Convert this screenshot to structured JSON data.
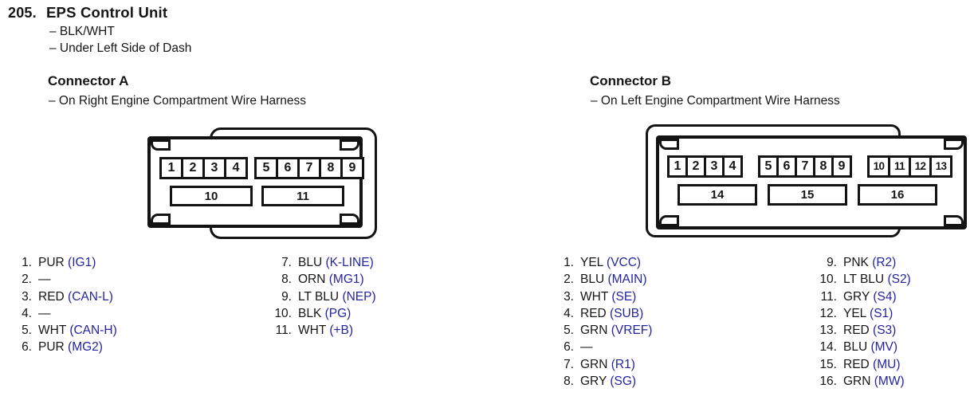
{
  "page": {
    "number": "205.",
    "title": "EPS Control Unit",
    "notes": [
      "– BLK/WHT",
      "– Under Left Side of Dash"
    ]
  },
  "colors": {
    "signal_blue": "#2424a0",
    "ink": "#161616",
    "background": "#ffffff"
  },
  "connectors": [
    {
      "id": "A",
      "heading": "Connector A",
      "note": "– On Right Engine Compartment Wire Harness",
      "top_groups": [
        [
          "1",
          "2",
          "3",
          "4"
        ],
        [
          "5",
          "6",
          "7",
          "8",
          "9"
        ]
      ],
      "bottom_row": [
        "10",
        "11"
      ],
      "list_columns": [
        [
          {
            "num": "1.",
            "wire": "PUR",
            "signal": "(IG1)"
          },
          {
            "num": "2.",
            "wire": "—",
            "signal": ""
          },
          {
            "num": "3.",
            "wire": "RED",
            "signal": "(CAN-L)"
          },
          {
            "num": "4.",
            "wire": "—",
            "signal": ""
          },
          {
            "num": "5.",
            "wire": "WHT",
            "signal": "(CAN-H)"
          },
          {
            "num": "6.",
            "wire": "PUR",
            "signal": "(MG2)"
          }
        ],
        [
          {
            "num": "7.",
            "wire": "BLU",
            "signal": "(K-LINE)"
          },
          {
            "num": "8.",
            "wire": "ORN",
            "signal": "(MG1)"
          },
          {
            "num": "9.",
            "wire": "LT BLU",
            "signal": "(NEP)"
          },
          {
            "num": "10.",
            "wire": "BLK",
            "signal": "(PG)"
          },
          {
            "num": "11.",
            "wire": "WHT",
            "signal": "(+B)"
          }
        ]
      ]
    },
    {
      "id": "B",
      "heading": "Connector B",
      "note": "– On Left Engine Compartment Wire Harness",
      "top_groups": [
        [
          "1",
          "2",
          "3",
          "4"
        ],
        [
          "5",
          "6",
          "7",
          "8",
          "9"
        ],
        [
          "10",
          "11",
          "12",
          "13"
        ]
      ],
      "bottom_row": [
        "14",
        "15",
        "16"
      ],
      "list_columns": [
        [
          {
            "num": "1.",
            "wire": "YEL",
            "signal": "(VCC)"
          },
          {
            "num": "2.",
            "wire": "BLU",
            "signal": "(MAIN)"
          },
          {
            "num": "3.",
            "wire": "WHT",
            "signal": "(SE)"
          },
          {
            "num": "4.",
            "wire": "RED",
            "signal": "(SUB)"
          },
          {
            "num": "5.",
            "wire": "GRN",
            "signal": "(VREF)"
          },
          {
            "num": "6.",
            "wire": "—",
            "signal": ""
          },
          {
            "num": "7.",
            "wire": "GRN",
            "signal": "(R1)"
          },
          {
            "num": "8.",
            "wire": "GRY",
            "signal": "(SG)"
          }
        ],
        [
          {
            "num": "9.",
            "wire": "PNK",
            "signal": "(R2)"
          },
          {
            "num": "10.",
            "wire": "LT BLU",
            "signal": "(S2)"
          },
          {
            "num": "11.",
            "wire": "GRY",
            "signal": "(S4)"
          },
          {
            "num": "12.",
            "wire": "YEL",
            "signal": "(S1)"
          },
          {
            "num": "13.",
            "wire": "RED",
            "signal": "(S3)"
          },
          {
            "num": "14.",
            "wire": "BLU",
            "signal": "(MV)"
          },
          {
            "num": "15.",
            "wire": "RED",
            "signal": "(MU)"
          },
          {
            "num": "16.",
            "wire": "GRN",
            "signal": "(MW)"
          }
        ]
      ]
    }
  ]
}
